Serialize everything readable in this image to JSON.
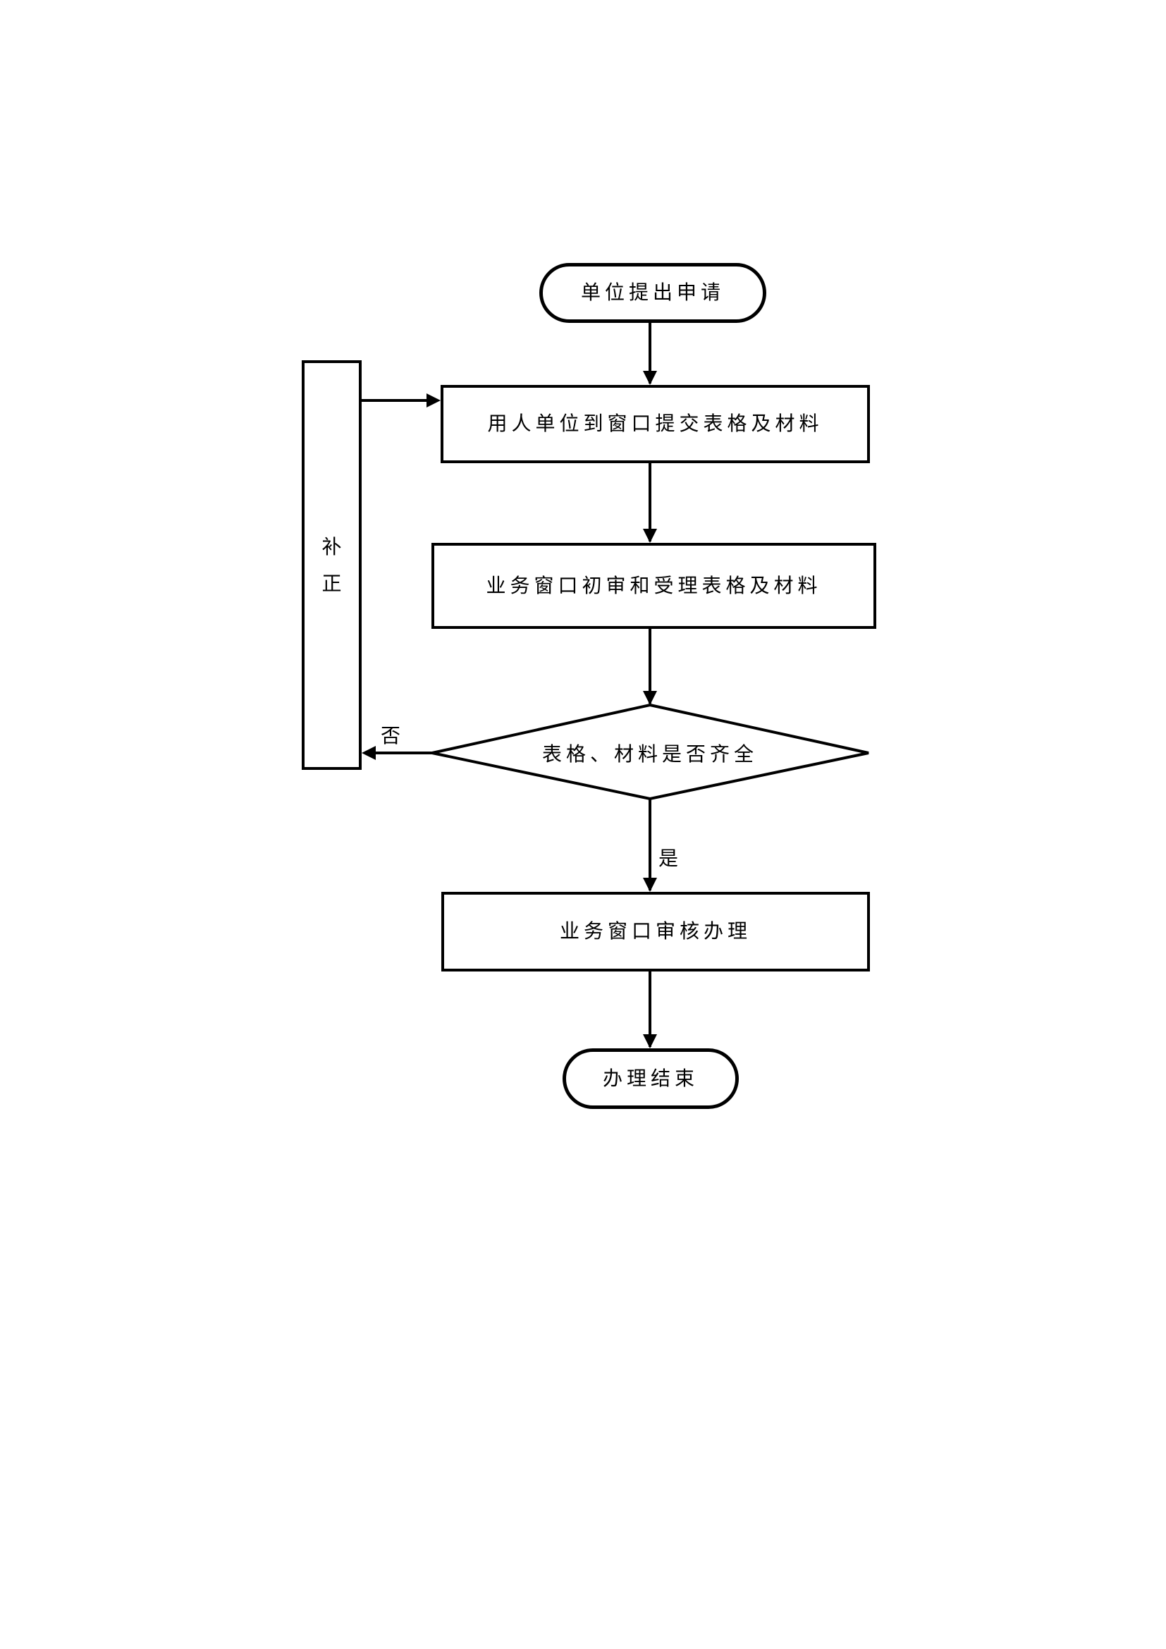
{
  "page": {
    "kind": "flowchart-document-page",
    "background": "#ffffff"
  },
  "colors": {
    "stroke": "#000000",
    "shape_fill": "#ffffff",
    "text": "#000000"
  },
  "flow": {
    "nodes": [
      {
        "id": "start",
        "type": "terminator",
        "label": "单位提出申请"
      },
      {
        "id": "submit",
        "type": "process",
        "label": "用人单位到窗口提交表格及材料"
      },
      {
        "id": "review",
        "type": "process",
        "label": "业务窗口初审和受理表格及材料"
      },
      {
        "id": "decision",
        "type": "decision",
        "label": "表格、材料是否齐全"
      },
      {
        "id": "correction",
        "type": "process",
        "label": "补正"
      },
      {
        "id": "handle",
        "type": "process",
        "label": "业务窗口审核办理"
      },
      {
        "id": "end",
        "type": "terminator",
        "label": "办理结束"
      }
    ],
    "edge_labels": {
      "no": "否",
      "yes": "是"
    },
    "edges": [
      {
        "from": "start",
        "to": "submit"
      },
      {
        "from": "submit",
        "to": "review"
      },
      {
        "from": "review",
        "to": "decision"
      },
      {
        "from": "decision",
        "to": "correction",
        "label": "否"
      },
      {
        "from": "correction",
        "to": "submit"
      },
      {
        "from": "decision",
        "to": "handle",
        "label": "是"
      },
      {
        "from": "handle",
        "to": "end"
      }
    ]
  }
}
